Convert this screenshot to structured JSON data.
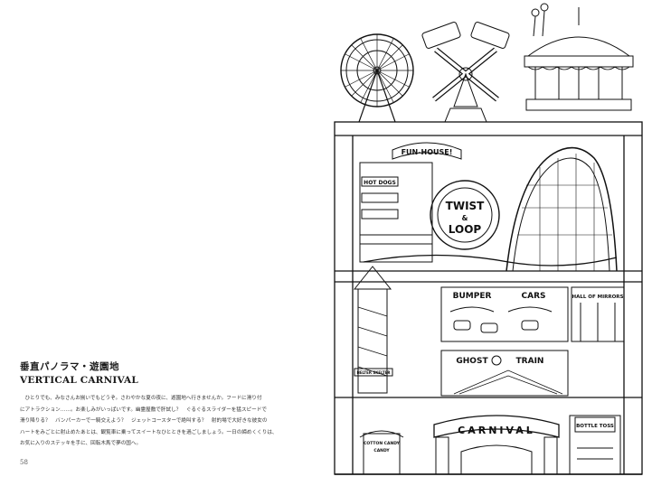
{
  "left_page": {
    "title_jp": "垂直パノラマ・遊園地",
    "title_en": "VERTICAL CARNIVAL",
    "body_lines": [
      "　ひとりでも、みなさんお揃いでもどうぞ。さわやかな夏の夜に、遊園地へ行きませんか。フードに滑り付",
      "にアトラクション……。お楽しみがいっぱいです。幽霊屋敷で肝試し？　ぐるぐるスライダーを猛スピードで",
      "滑り降りる？　バンパーカーで一騎交えよう？　ジェットコースターで絶叫する？　射的場で大好きな彼女の",
      "ハートをみごとに射止めたあとは、観覧車に乗ってスイートなひとときを過ごしましょう。一日の締めくくりは、",
      "お気に入りのステッキを手に、回転木馬で夢の国へ。"
    ],
    "page_number": "58"
  },
  "illustration": {
    "signs": {
      "fun_house": "FUN-HOUSE!",
      "hot_dogs": "HOT DOGS",
      "twist": "TWIST",
      "amp": "&",
      "loop": "LOOP",
      "bumper": "BUMPER",
      "cars": "CARS",
      "hall_of_mirrors": "HALL OF MIRRORS",
      "ghost": "GHOST",
      "train": "TRAIN",
      "carnival": "CARNIVAL",
      "helter_skelter": "HELTER SKELTER",
      "cotton_candy": "COTTON CANDY",
      "candy": "CANDY",
      "bottle_toss": "BOTTLE TOSS"
    }
  }
}
